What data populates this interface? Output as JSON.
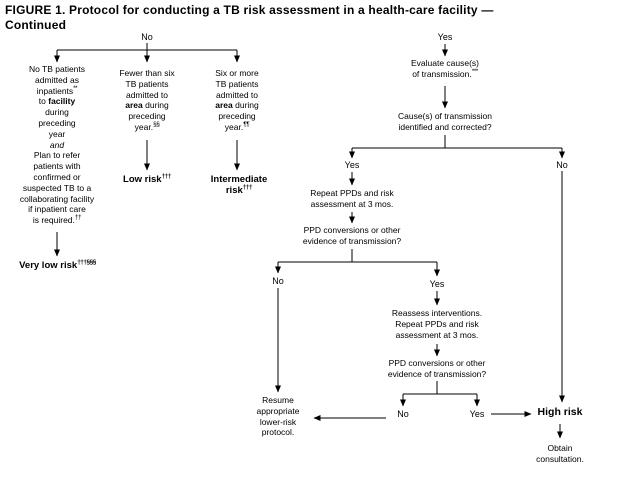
{
  "colors": {
    "ink": "#000000",
    "background": "#ffffff"
  },
  "title": {
    "line1": "FIGURE 1. Protocol for conducting a TB risk assessment in a health-care facility —",
    "line2": "Continued"
  },
  "labels": {
    "no_top": "No",
    "yes_top": "Yes",
    "yes_mid": "Yes",
    "no_mid": "No",
    "no_ppd1": "No",
    "yes_ppd1": "Yes",
    "no_ppd2": "No",
    "yes_ppd2": "Yes"
  },
  "nodes": {
    "box1": {
      "l1": "No TB patients",
      "l2": "admitted as",
      "l3": "inpatients",
      "l3sup": "**",
      "l4a": "to ",
      "l4b": "facility",
      "l5": "during",
      "l6": "preceding",
      "l7": "year",
      "l8": "and",
      "l9": "Plan to refer",
      "l10": "patients with",
      "l11": "confirmed or",
      "l12": "suspected TB to a",
      "l13": "collaborating facility",
      "l14": "if inpatient care",
      "l15": "is required.",
      "l15sup": "††"
    },
    "very_low_risk": {
      "text": "Very low risk",
      "sup": "†††§§§"
    },
    "box2": {
      "l1": "Fewer than six",
      "l2": "TB patients",
      "l3": "admitted to",
      "l4a": "area",
      "l4b": " during",
      "l5": "preceding",
      "l6": "year.",
      "l6sup": "§§"
    },
    "low_risk": {
      "text": "Low risk",
      "sup": "†††"
    },
    "box3": {
      "l1": "Six or more",
      "l2": "TB patients",
      "l3": "admitted to",
      "l4a": "area",
      "l4b": " during",
      "l5": "preceding",
      "l6": "year.",
      "l6sup": "¶¶"
    },
    "intermediate_risk": {
      "line1": "Intermediate",
      "line2": "risk",
      "sup": "†††"
    },
    "evaluate": {
      "l1": "Evaluate cause(s)",
      "l2": "of transmission.",
      "sup": "***"
    },
    "causes_q": {
      "l1": "Cause(s) of transmission",
      "l2": "identified and corrected?"
    },
    "repeat_ppd": {
      "l1": "Repeat PPDs and risk",
      "l2": "assessment at 3 mos."
    },
    "ppd_q1": {
      "l1": "PPD conversions or other",
      "l2": "evidence of transmission?"
    },
    "reassess": {
      "l1": "Reassess interventions.",
      "l2": "Repeat PPDs and risk",
      "l3": "assessment at 3 mos."
    },
    "ppd_q2": {
      "l1": "PPD conversions or other",
      "l2": "evidence of transmission?"
    },
    "resume": {
      "l1": "Resume",
      "l2": "appropriate",
      "l3": "lower-risk",
      "l4": "protocol."
    },
    "high_risk": {
      "text": "High risk"
    },
    "obtain": {
      "l1": "Obtain",
      "l2": "consultation."
    }
  }
}
